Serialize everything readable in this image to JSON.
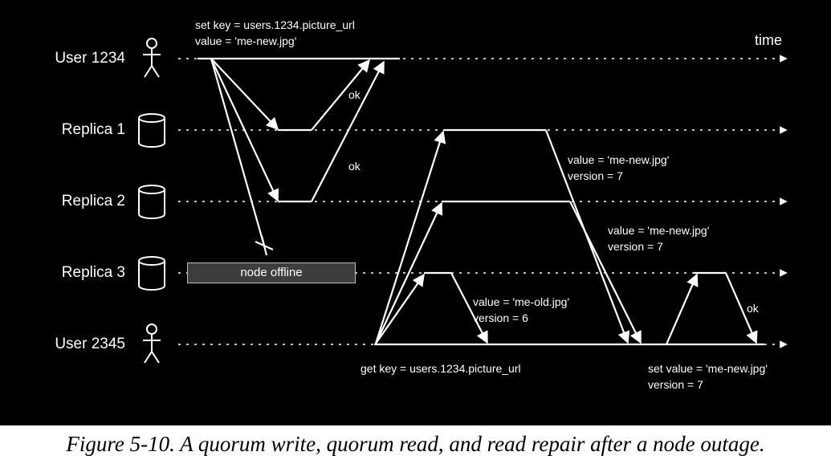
{
  "colors": {
    "background": "#000000",
    "foreground": "#ffffff",
    "offline_box": "#3d3d3d"
  },
  "rows": [
    {
      "label": "User 1234",
      "icon": "stick-figure-icon"
    },
    {
      "label": "Replica 1",
      "icon": "database-cylinder-icon"
    },
    {
      "label": "Replica 2",
      "icon": "database-cylinder-icon"
    },
    {
      "label": "Replica 3",
      "icon": "database-cylinder-icon"
    },
    {
      "label": "User 2345",
      "icon": "stick-figure-icon"
    }
  ],
  "time_label": "time",
  "node_offline": "node offline",
  "annotations": {
    "write_request": [
      "set key = users.1234.picture_url",
      "value = 'me-new.jpg'"
    ],
    "ok_replica1": "ok",
    "ok_replica2": "ok",
    "replica1_response": [
      "value = 'me-new.jpg'",
      "version = 7"
    ],
    "replica2_response": [
      "value = 'me-new.jpg'",
      "version = 7"
    ],
    "replica3_response": [
      "value = 'me-old.jpg'",
      "version = 6"
    ],
    "read_request": "get key = users.1234.picture_url",
    "repair_request": [
      "set value = 'me-new.jpg'",
      "version = 7"
    ],
    "ok_repair": "ok"
  },
  "caption": "Figure 5-10. A quorum write, quorum read, and read repair after a node outage."
}
